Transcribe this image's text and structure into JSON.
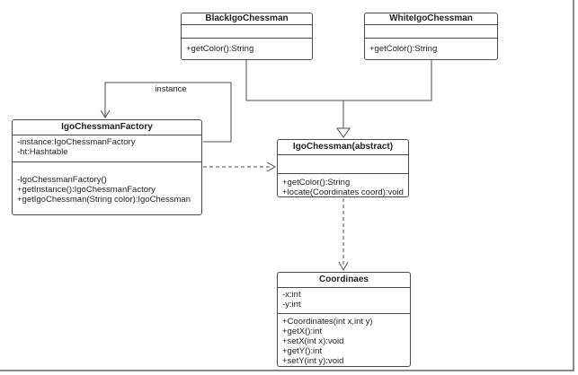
{
  "diagram": {
    "classes": [
      {
        "title": "BlackIgoChessman",
        "attributes": [],
        "methods": [
          "+getColor():String"
        ]
      },
      {
        "title": "WhiteIgoChessman",
        "attributes": [],
        "methods": [
          "+getColor():String"
        ]
      },
      {
        "title": "IgoChessmanFactory",
        "attributes": [
          "-instance:IgoChessmanFactory",
          "-ht:Hashtable"
        ],
        "methods": [
          "-IgoChessmanFactory()",
          "+getInstance():IgoChessmanFactory",
          "+getIgoChessman(String color):IgoChessman"
        ]
      },
      {
        "title": "IgoChessman(abstract)",
        "attributes": [],
        "methods": [
          "+getColor():String",
          "+locate(Coordinates coord):void"
        ]
      },
      {
        "title": "Coordinaes",
        "attributes": [
          "-x:int",
          "-y:int"
        ],
        "methods": [
          "+Coordinates(int x,int y)",
          "+getX():int",
          "+setX(int x):void",
          "+getY():int",
          "+setY(int y):void"
        ]
      }
    ],
    "labels": {
      "self_association": "instance"
    },
    "relationships": [
      "BlackIgoChessman --|> IgoChessman(abstract)",
      "WhiteIgoChessman --|> IgoChessman(abstract)",
      "IgoChessmanFactory --> IgoChessmanFactory (self, instance)",
      "IgoChessmanFactory ..> IgoChessman(abstract)",
      "IgoChessman(abstract) ..> Coordinaes"
    ],
    "colors": {
      "line": "#4d4d4d",
      "border": "#4a4a4a",
      "text": "#1f1f1f",
      "frame": "#8a8a8a",
      "background": "#ffffff"
    }
  }
}
